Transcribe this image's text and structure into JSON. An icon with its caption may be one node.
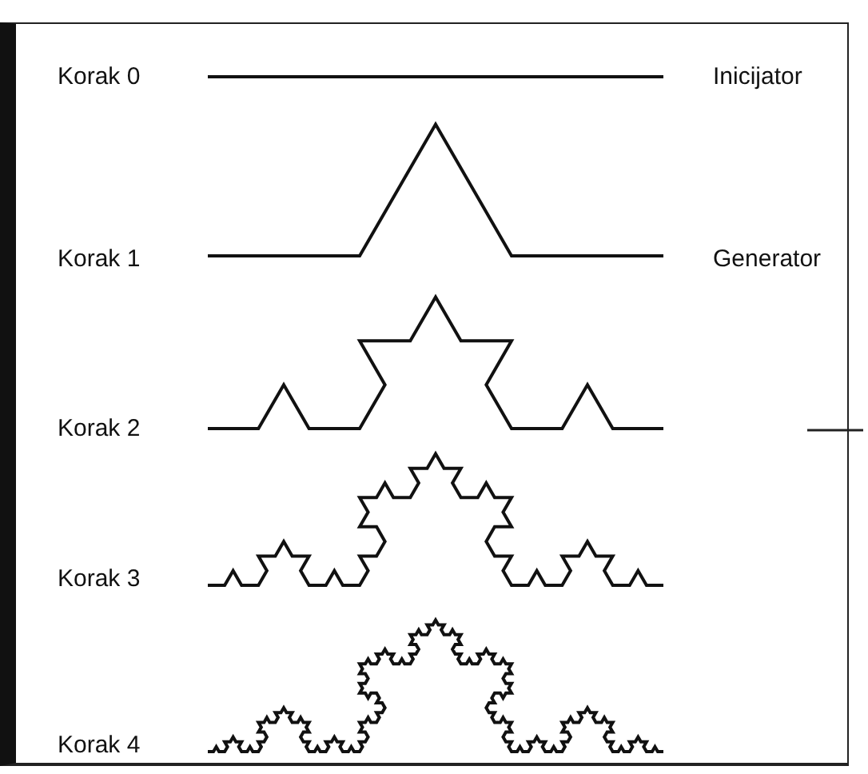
{
  "diagram": {
    "labels": [
      "Korak 0",
      "Inicijator",
      "Korak 1",
      "Generator",
      "Korak 2",
      "Korak 3",
      "Korak 4"
    ]
  }
}
